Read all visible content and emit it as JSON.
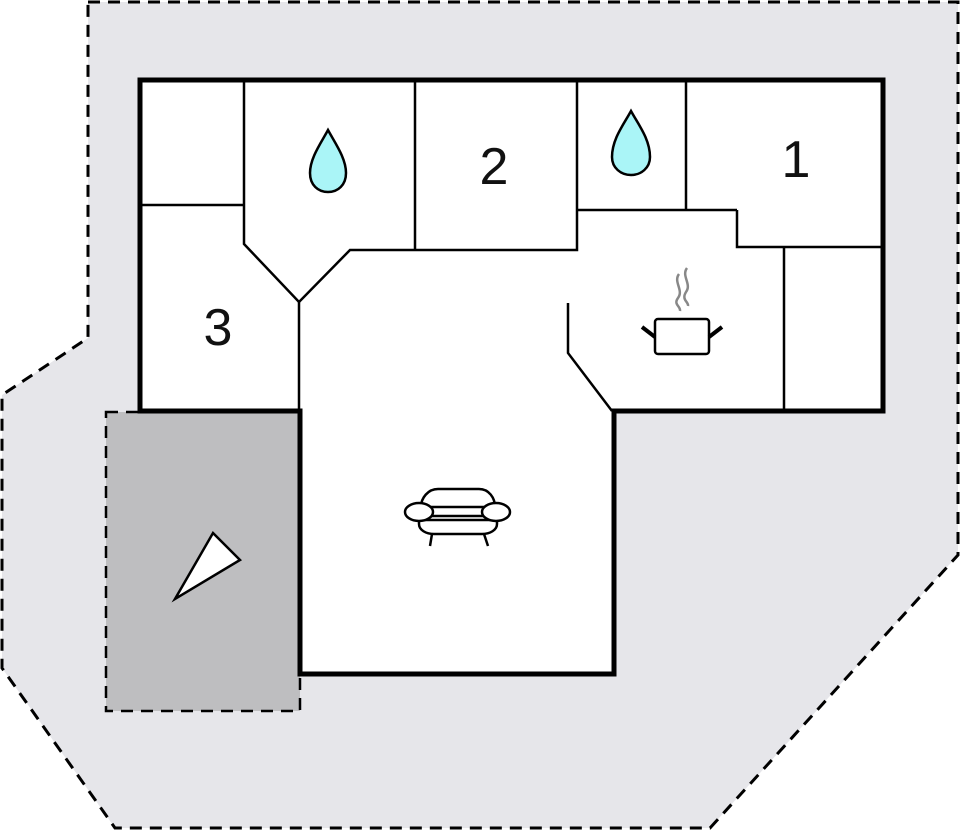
{
  "floorplan": {
    "colors": {
      "lot_fill": "#e6e6ea",
      "terrace_fill": "#bebec0",
      "room_fill": "#ffffff",
      "wall": "#000000",
      "water_drop": "#aaf5f7",
      "steam": "#888888"
    },
    "rooms": [
      {
        "id": "bedroom-1",
        "label": "1",
        "type": "bedroom"
      },
      {
        "id": "bedroom-2",
        "label": "2",
        "type": "bedroom"
      },
      {
        "id": "bedroom-3",
        "label": "3",
        "type": "bedroom"
      },
      {
        "id": "bathroom-1",
        "label": "",
        "type": "bathroom",
        "icon": "water-drop-icon"
      },
      {
        "id": "bathroom-2",
        "label": "",
        "type": "bathroom",
        "icon": "water-drop-icon"
      },
      {
        "id": "kitchen",
        "label": "",
        "type": "kitchen",
        "icon": "cooking-pot-icon"
      },
      {
        "id": "living-room",
        "label": "",
        "type": "living",
        "icon": "sofa-icon"
      },
      {
        "id": "storage-top-left",
        "label": "",
        "type": "utility"
      },
      {
        "id": "storage-right",
        "label": "",
        "type": "utility"
      }
    ],
    "terrace": {
      "type": "terrace",
      "icon": "direction-triangle-icon"
    },
    "lot": {
      "type": "plot-boundary"
    }
  }
}
